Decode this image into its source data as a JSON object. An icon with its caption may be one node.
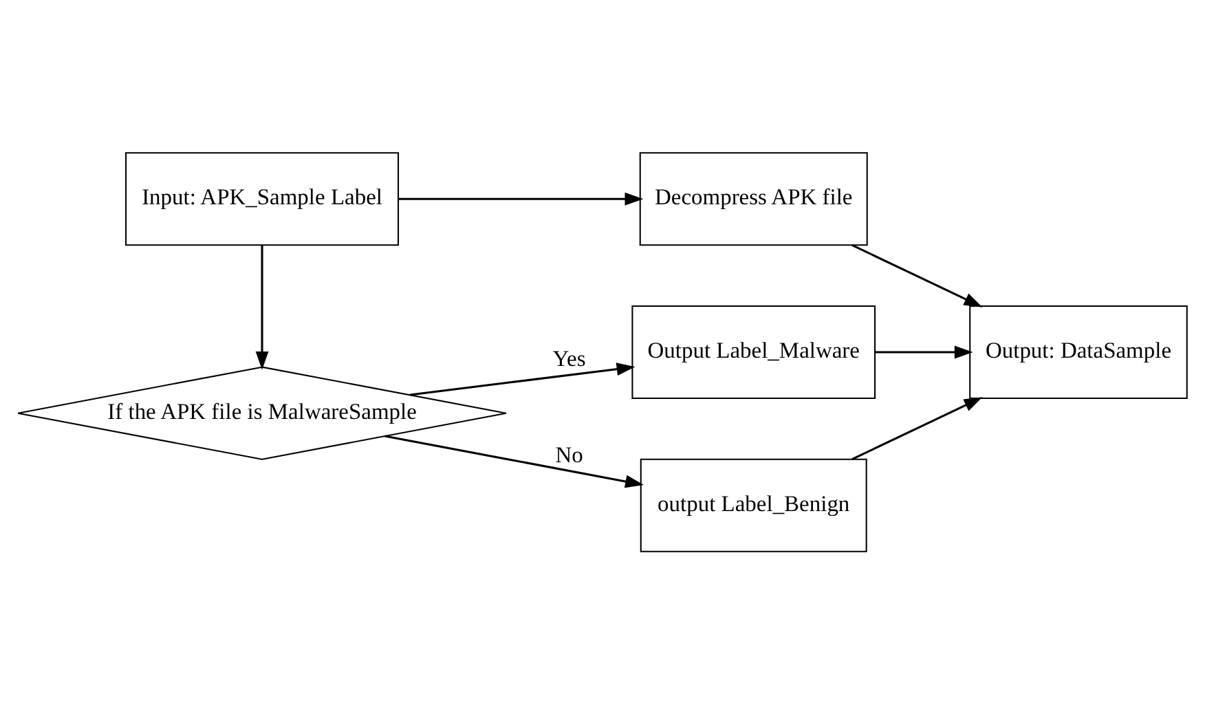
{
  "diagram": {
    "nodes": [
      {
        "text": [
          "Input: APK_Sample Label"
        ]
      },
      {
        "text": [
          "Decompress APK file"
        ]
      },
      {
        "text": [
          "Output: DataSample"
        ]
      },
      {
        "text": [
          "If the APK file is MalwareSample"
        ]
      },
      {
        "text": [
          "Output Label_Malware"
        ]
      },
      {
        "text": [
          "output Label_Benign"
        ]
      }
    ],
    "edges": [
      {
        "from": 0,
        "to": 1,
        "arrow": "to"
      },
      {
        "from": 1,
        "to": 2,
        "arrow": "to"
      },
      {
        "from": 0,
        "to": 3,
        "arrow": "to"
      },
      {
        "from": 3,
        "to": 4,
        "arrow": "to",
        "label": "Yes"
      },
      {
        "from": 3,
        "to": 5,
        "arrow": "to",
        "label": "No"
      },
      {
        "from": 4,
        "to": 2,
        "arrow": "to"
      },
      {
        "from": 5,
        "to": 2,
        "arrow": "to"
      }
    ]
  }
}
